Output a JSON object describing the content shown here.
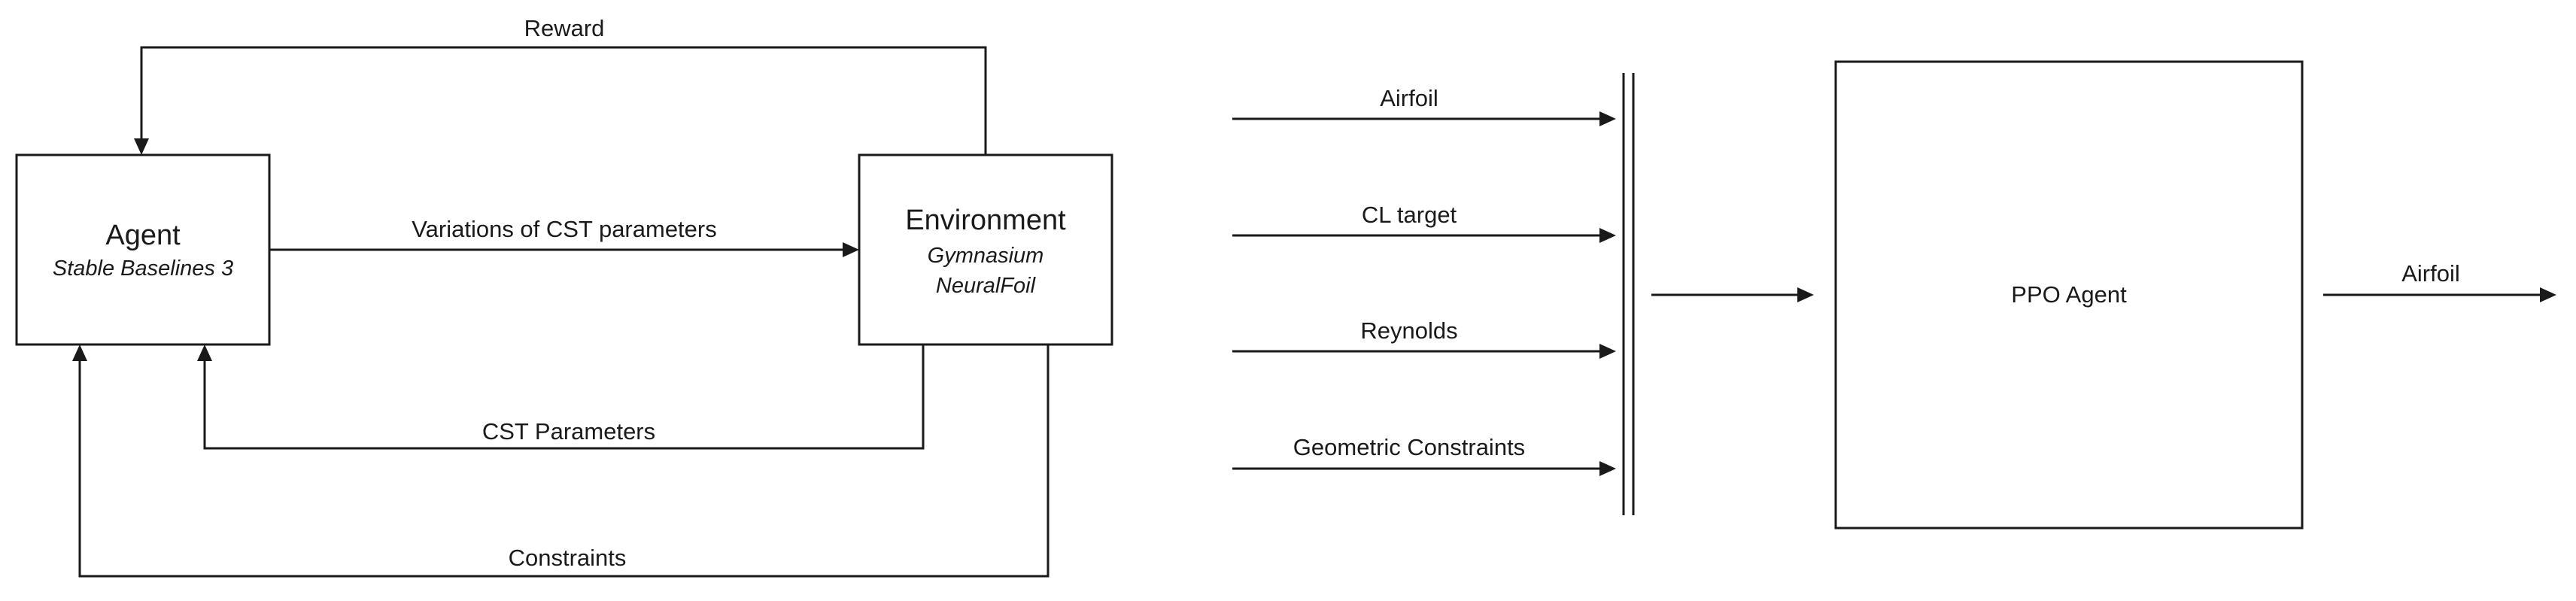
{
  "left_diagram": {
    "agent": {
      "title": "Agent",
      "subtitle": "Stable Baselines 3"
    },
    "environment": {
      "title": "Environment",
      "subtitle_line1": "Gymnasium",
      "subtitle_line2": "NeuralFoil"
    },
    "edges": {
      "reward": "Reward",
      "variations": "Variations of CST parameters",
      "cst_parameters": "CST Parameters",
      "constraints": "Constraints"
    }
  },
  "right_diagram": {
    "inputs": [
      "Airfoil",
      "CL target",
      "Reynolds",
      "Geometric Constraints"
    ],
    "agent_label": "PPO Agent",
    "output_label": "Airfoil"
  }
}
